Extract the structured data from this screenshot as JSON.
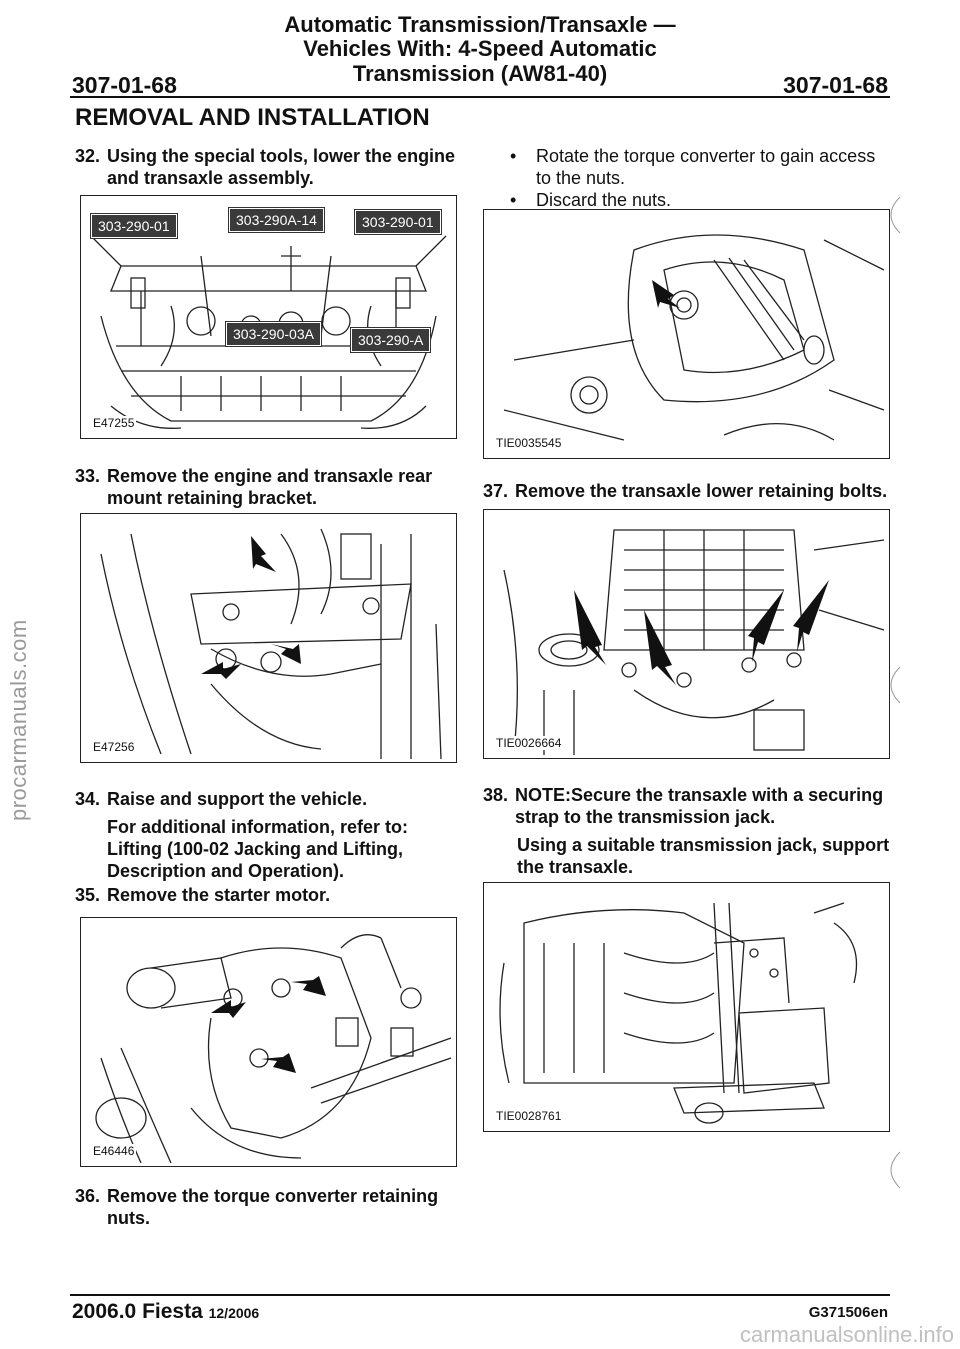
{
  "watermark": "procarmanuals.com",
  "header": {
    "title_line1": "Automatic Transmission/Transaxle —",
    "title_line2": "Vehicles With: 4-Speed Automatic",
    "title_line3": "Transmission (AW81-40)",
    "page_left": "307-01-68",
    "page_right": "307-01-68"
  },
  "section": "REMOVAL AND INSTALLATION",
  "steps": {
    "s32": {
      "num": "32.",
      "text": "Using the special tools, lower the engine and transaxle assembly."
    },
    "s33": {
      "num": "33.",
      "text": "Remove the engine and transaxle rear mount retaining bracket."
    },
    "s34": {
      "num": "34.",
      "text": "Raise and support the vehicle."
    },
    "s34_para": "For additional information, refer to: Lifting (100-02 Jacking and Lifting, Description and Operation).",
    "s35": {
      "num": "35.",
      "text": "Remove the starter motor."
    },
    "s36": {
      "num": "36.",
      "text": "Remove the torque converter retaining nuts."
    },
    "b1": "Rotate the torque converter to gain access to the nuts.",
    "b2": "Discard the nuts.",
    "bullet_char": "•",
    "s37": {
      "num": "37.",
      "text": "Remove the transaxle lower retaining bolts."
    },
    "s38": {
      "num": "38.",
      "text": "NOTE:Secure the transaxle with a securing strap to the transmission jack."
    },
    "s38_para": "Using a suitable transmission jack, support the transaxle."
  },
  "figures": {
    "f1": {
      "id": "E47255",
      "tags": [
        "303-290-01",
        "303-290A-14",
        "303-290-01",
        "303-290-03A",
        "303-290-A"
      ]
    },
    "f2": {
      "id": "E47256"
    },
    "f3": {
      "id": "E46446"
    },
    "f4": {
      "id": "TIE0035545"
    },
    "f5": {
      "id": "TIE0026664"
    },
    "f6": {
      "id": "TIE0028761"
    }
  },
  "footer": {
    "model": "2006.0 Fiesta",
    "date": "12/2006",
    "code": "G371506en"
  },
  "bottom_watermark": "carmanualsonline.info"
}
